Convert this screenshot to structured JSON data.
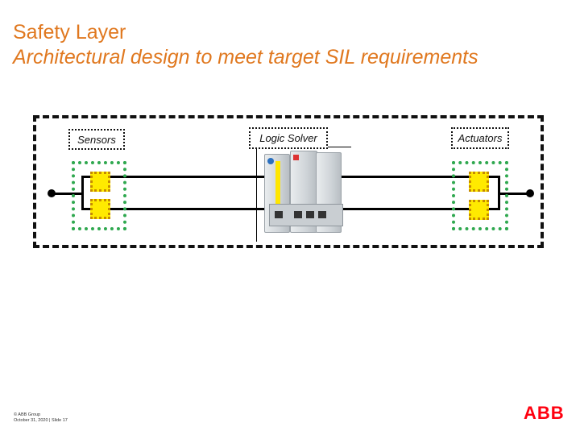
{
  "header": {
    "title": "Safety Layer",
    "subtitle": "Architectural design to meet target SIL requirements"
  },
  "diagram": {
    "labels": {
      "sensors": "Sensors",
      "logic_solver": "Logic Solver",
      "actuators": "Actuators"
    }
  },
  "footer": {
    "copyright": "© ABB Group",
    "date_slide": "October 31, 2020 | Slide 17",
    "logo_text": "ABB"
  },
  "colors": {
    "title": "#e0781f",
    "redundancy_frame": "#2fa84f",
    "element_fill": "#ffea00",
    "logo": "#ff000f"
  }
}
